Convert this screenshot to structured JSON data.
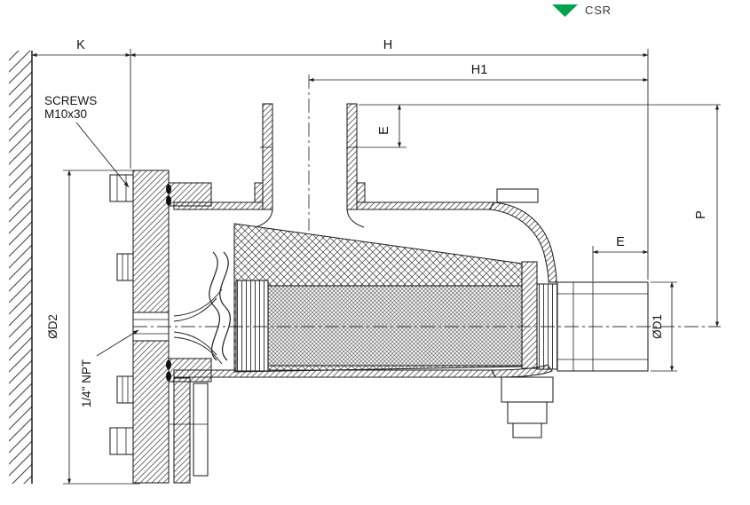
{
  "logo": {
    "icon": "csr-triangle-icon",
    "triangle_color": "#00A24D",
    "text": "CSR"
  },
  "dimensions": {
    "k": {
      "label": "K"
    },
    "h": {
      "label": "H"
    },
    "h1": {
      "label": "H1"
    },
    "e_top": {
      "label": "E"
    },
    "e_right": {
      "label": "E"
    },
    "p": {
      "label": "P"
    },
    "d2": {
      "label": "ØD2"
    },
    "d1": {
      "label": "ØD1"
    }
  },
  "annotations": {
    "screws": {
      "line1": "SCREWS",
      "line2": "M10x30"
    },
    "npt": {
      "label": "1/4\" NPT"
    }
  },
  "colors": {
    "line": "#1f1f1f",
    "background": "#ffffff",
    "accent_green": "#00A24D"
  }
}
